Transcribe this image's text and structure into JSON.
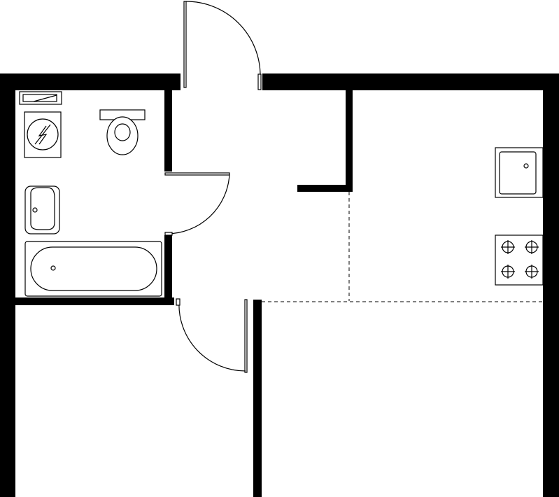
{
  "colors": {
    "wall": "#000000",
    "line": "#000000",
    "background": "#ffffff"
  },
  "fixtures": {
    "bathroom": [
      "washing-machine",
      "toilet",
      "washbasin",
      "bathtub"
    ],
    "kitchen": [
      "sink",
      "cooktop-4-burner"
    ]
  },
  "doors": [
    "entrance-door",
    "bathroom-door",
    "room-door"
  ]
}
